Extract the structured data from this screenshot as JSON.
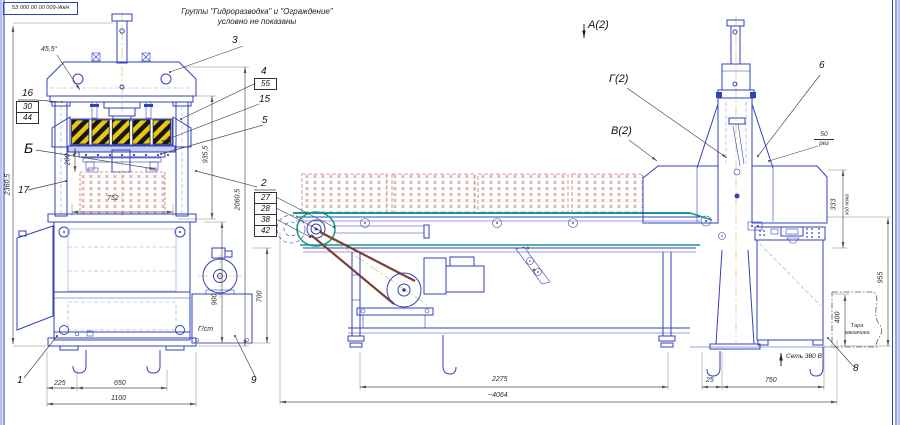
{
  "stamp": {
    "code": "5З 000 00 00 009-ЖкН"
  },
  "note": {
    "line1": "Группы \"Гидроразводка\" и \"Ограждение\"",
    "line2": "условно не показаны"
  },
  "views": {
    "a": "А(2)",
    "g": "Г(2)",
    "v": "В(2)",
    "section_b": "Б"
  },
  "callouts": {
    "c1": "1",
    "c2": "2",
    "c3": "3",
    "c4": "4",
    "c5": "5",
    "c6": "6",
    "c8": "8",
    "c9": "9",
    "c15": "15",
    "c16": "16",
    "c17": "17",
    "c27": "27",
    "c28": "28",
    "c30": "30",
    "c38": "38",
    "c42": "42",
    "c44": "44",
    "c55": "55"
  },
  "dimensions": {
    "angle": "45,5°",
    "press_height": "2360,5",
    "window_height": "935,5",
    "frame_height": "2060,5",
    "stroke_200": "200",
    "plate_width": "752",
    "foot_225": "225",
    "foot_650": "650",
    "base_1100": "1100",
    "tank_900": "900",
    "motor_700": "700",
    "conveyor_2275": "2275",
    "total_length": "~4064",
    "gap_25": "25",
    "stand_750": "750",
    "stand_height": "955",
    "tara_400": "400",
    "knife_stroke_333": "333",
    "cut_numerator": "50",
    "cut_denominator": "рез",
    "knife_note": "ход ножа"
  },
  "labels": {
    "hydro_station": "Г/ст",
    "power": "Сеть 380 В",
    "tara_line1": "Тара",
    "tara_line2": "заказчика"
  },
  "colors": {
    "line": "#3340bd",
    "belt": "#149a8c",
    "hazard_yellow": "#e8c614",
    "hazard_black": "#15151a",
    "v_belt": "#7c4136",
    "material_hatch": "#d09090",
    "mesh_hatch": "#8089d6",
    "centerline": "#d8b24a",
    "margin": "#b9c0e6"
  }
}
